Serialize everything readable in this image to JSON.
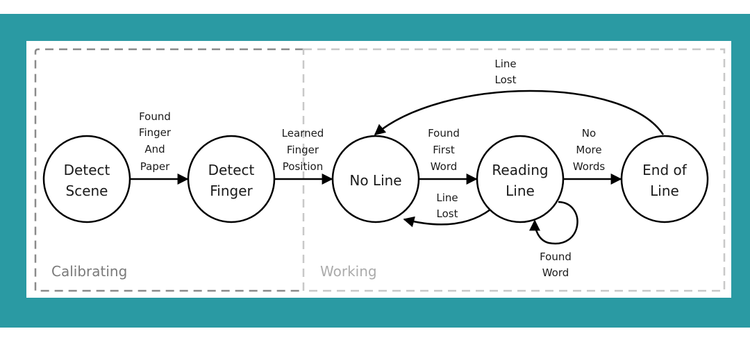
{
  "colors": {
    "background_frame": "#2a9aa3",
    "panel": "#ffffff",
    "calibrating_border": "#8a8a8a",
    "working_border": "#c8c8c8",
    "stroke": "#000000"
  },
  "groups": [
    {
      "id": "calibrating",
      "label": "Calibrating"
    },
    {
      "id": "working",
      "label": "Working"
    }
  ],
  "states": [
    {
      "id": "detect_scene",
      "lines": [
        "Detect",
        "Scene"
      ],
      "group": "calibrating"
    },
    {
      "id": "detect_finger",
      "lines": [
        "Detect",
        "Finger"
      ],
      "group": "calibrating"
    },
    {
      "id": "no_line",
      "lines": [
        "No Line"
      ],
      "group": "working"
    },
    {
      "id": "reading_line",
      "lines": [
        "Reading",
        "Line"
      ],
      "group": "working"
    },
    {
      "id": "end_of_line",
      "lines": [
        "End of",
        "Line"
      ],
      "group": "working"
    }
  ],
  "transitions": [
    {
      "id": "t1",
      "from": "detect_scene",
      "to": "detect_finger",
      "lines": [
        "Found",
        "Finger",
        "And",
        "Paper"
      ]
    },
    {
      "id": "t2",
      "from": "detect_finger",
      "to": "no_line",
      "lines": [
        "Learned",
        "Finger",
        "Position"
      ]
    },
    {
      "id": "t3",
      "from": "no_line",
      "to": "reading_line",
      "lines": [
        "Found",
        "First",
        "Word"
      ]
    },
    {
      "id": "t4",
      "from": "reading_line",
      "to": "no_line",
      "lines": [
        "Line",
        "Lost"
      ]
    },
    {
      "id": "t5",
      "from": "reading_line",
      "to": "end_of_line",
      "lines": [
        "No",
        "More",
        "Words"
      ]
    },
    {
      "id": "t6",
      "from": "reading_line",
      "to": "reading_line",
      "lines": [
        "Found",
        "Word"
      ]
    },
    {
      "id": "t7",
      "from": "end_of_line",
      "to": "no_line",
      "lines": [
        "Line",
        "Lost"
      ]
    }
  ]
}
